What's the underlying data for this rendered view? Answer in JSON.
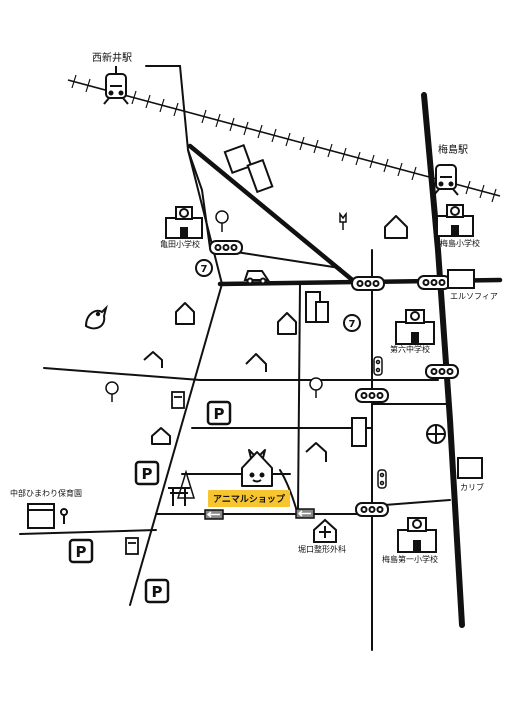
{
  "labels": {
    "nishiarai_station": "西新井駅",
    "umejima_station": "梅島駅",
    "kameda_school": "亀田小学校",
    "umejima_school": "梅島小学校",
    "elsofia": "エルソフィア",
    "dairoku_school": "第六中学校",
    "karibu": "カリブ",
    "hoikuen": "中部ひまわり保育園",
    "horiguchi_clinic": "堀口整形外科",
    "umejima_daiichi_school": "梅島第一小学校",
    "animal_shop": "アニマルショップ"
  },
  "icons": {
    "parking": "P",
    "seven_eleven": "7"
  },
  "colors": {
    "ink": "#111111",
    "highlight": "#f6c530",
    "paper": "#ffffff"
  }
}
